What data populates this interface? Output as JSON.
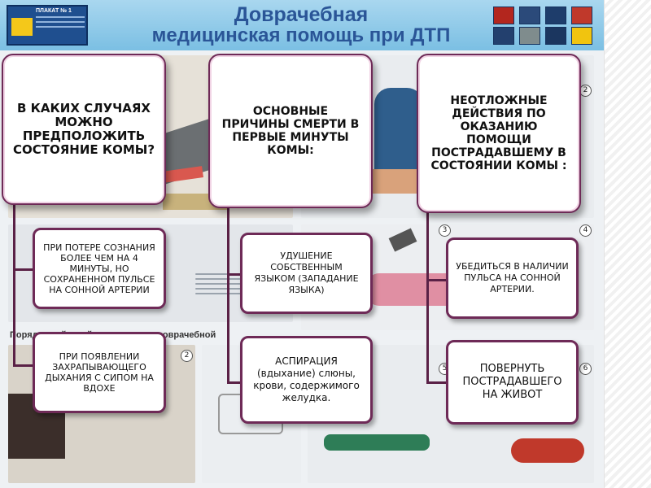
{
  "poster": {
    "placard_label": "ПЛАКАТ № 1",
    "title_line1": "Доврачебная",
    "title_line2": "медицинская помощь при ДТП",
    "section_heading": "Порядок действий при оказании доврачебной",
    "scene_numbers": [
      "2",
      "3",
      "4",
      "5",
      "6",
      "2"
    ]
  },
  "questions": [
    "В КАКИХ СЛУЧАЯХ МОЖНО ПРЕДПОЛОЖИТЬ СОСТОЯНИЕ КОМЫ?",
    "ОСНОВНЫЕ ПРИЧИНЫ СМЕРТИ В ПЕРВЫЕ МИНУТЫ КОМЫ:",
    "НЕОТЛОЖНЫЕ ДЕЙСТВИЯ ПО ОКАЗАНИЮ ПОМОЩИ ПОСТРАДАВШЕМУ В СОСТОЯНИИ КОМЫ :"
  ],
  "answers": {
    "col1": [
      "ПРИ ПОТЕРЕ СОЗНАНИЯ БОЛЕЕ ЧЕМ НА 4 МИНУТЫ, НО СОХРАНЕННОМ ПУЛЬСЕ НА СОННОЙ АРТЕРИИ",
      "ПРИ ПОЯВЛЕНИИ ЗАХРАПЫВАЮЩЕГО ДЫХАНИЯ С СИПОМ НА ВДОХЕ"
    ],
    "col2": [
      "УДУШЕНИЕ СОБСТВЕННЫМ ЯЗЫКОМ (ЗАПАДАНИЕ ЯЗЫКА)",
      "АСПИРАЦИЯ (вдыхание) слюны, крови, содержимого желудка."
    ],
    "col3": [
      "УБЕДИТЬСЯ В НАЛИЧИИ ПУЛЬСА НА СОННОЙ АРТЕРИИ.",
      "ПОВЕРНУТЬ ПОСТРАДАВШЕГО НА ЖИВОТ"
    ]
  },
  "colors": {
    "box_border": "#6e2a57",
    "connector": "#5a2146",
    "poster_title": "#2a5597",
    "header_bg": "#7bbfe3"
  }
}
